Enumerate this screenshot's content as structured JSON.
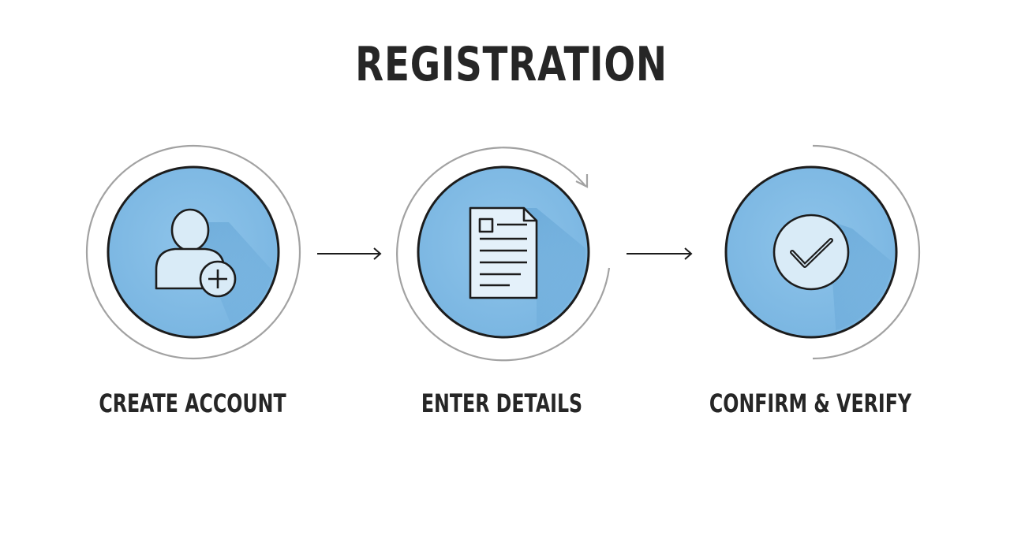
{
  "title": "REGISTRATION",
  "steps": [
    {
      "label": "CREATE ACCOUNT",
      "icon": "user-add-icon"
    },
    {
      "label": "ENTER DETAILS",
      "icon": "document-icon"
    },
    {
      "label": "CONFIRM & VERIFY",
      "icon": "check-circle-icon"
    }
  ],
  "colors": {
    "circle_fill": "#7db8e3",
    "icon_fill": "#d9ebf7",
    "outline": "#1c1c1c",
    "orbit": "#9a9a9a",
    "text": "#262626"
  }
}
